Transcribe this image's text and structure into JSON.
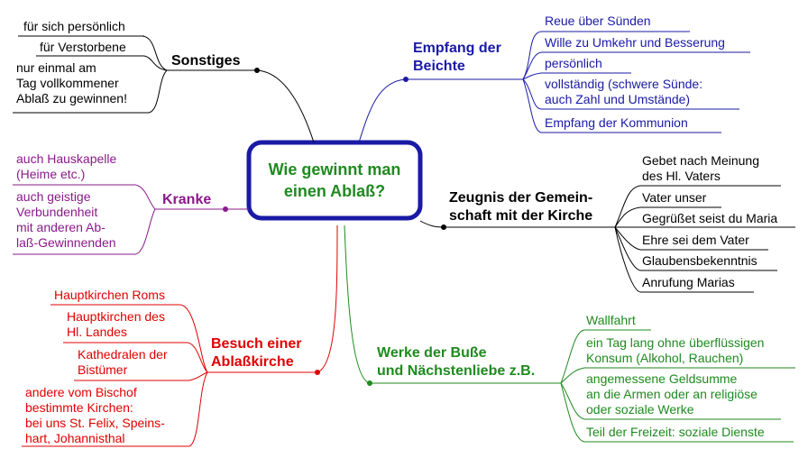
{
  "center": {
    "label": "Wie gewinnt man\neinen Ablaß?"
  },
  "colors": {
    "blue": "#1a1aa6",
    "purple": "#8a1a8a",
    "red": "#e00000",
    "green": "#1f8a1f",
    "black": "#000000",
    "center_border": "#1a1aa6"
  },
  "branches": {
    "sonstiges": {
      "label": "Sonstiges",
      "items": [
        "für sich persönlich",
        "für Verstorbene",
        "nur einmal am\nTag vollkommener\nAblaß zu gewinnen!"
      ]
    },
    "beichte": {
      "label": "Empfang der\nBeichte",
      "items": [
        "Reue über Sünden",
        "Wille zu Umkehr und Besserung",
        "persönlich",
        "vollständig (schwere Sünde:\nauch Zahl und Umstände)",
        "Empfang der Kommunion"
      ]
    },
    "zeugnis": {
      "label": "Zeugnis der Gemein-\nschaft mit der Kirche",
      "items": [
        "Gebet nach Meinung\ndes Hl. Vaters",
        "Vater unser",
        "Gegrüßet seist du Maria",
        "Ehre sei dem Vater",
        "Glaubensbekenntnis",
        "Anrufung Marias"
      ]
    },
    "kranke": {
      "label": "Kranke",
      "items": [
        "auch Hauskapelle\n(Heime etc.)",
        "auch geistige\nVerbundenheit\nmit anderen Ab-\nlaß-Gewinnenden"
      ]
    },
    "besuch": {
      "label": "Besuch einer\nAblaßkirche",
      "items": [
        "Hauptkirchen Roms",
        "Hauptkirchen des\nHl. Landes",
        "Kathedralen der\nBistümer",
        "andere vom Bischof\nbestimmte Kirchen:\nbei uns St. Felix, Speins-\nhart, Johannisthal"
      ]
    },
    "werke": {
      "label": "Werke der Buße\nund Nächstenliebe z.B.",
      "items": [
        "Wallfahrt",
        "ein Tag lang ohne überflüssigen\nKonsum (Alkohol, Rauchen)",
        "angemessene Geldsumme\nan die Armen oder an religiöse\noder soziale Werke",
        "Teil der Freizeit: soziale Dienste"
      ]
    }
  }
}
